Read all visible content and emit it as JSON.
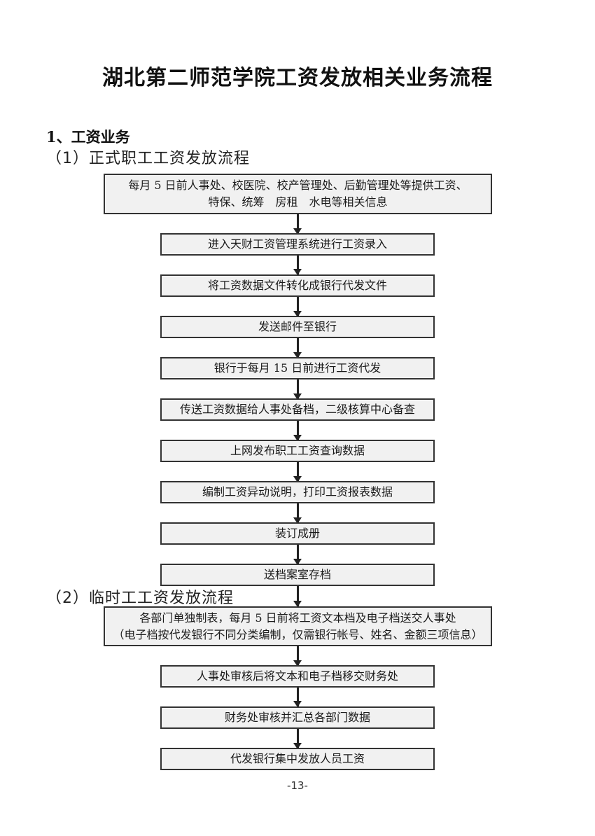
{
  "document": {
    "title": "湖北第二师范学院工资发放相关业务流程",
    "section_heading": "1、工资业务",
    "page_number": "-13-"
  },
  "flow_formal": {
    "heading": "（1）正式职工工资发放流程",
    "steps": [
      {
        "lines": [
          "每月 5 日前人事处、校医院、校产管理处、后勤管理处等提供工资、",
          "特保、统筹　房租　水电等相关信息"
        ]
      },
      {
        "lines": [
          "进入天财工资管理系统进行工资录入"
        ]
      },
      {
        "lines": [
          "将工资数据文件转化成银行代发文件"
        ]
      },
      {
        "lines": [
          "发送邮件至银行"
        ]
      },
      {
        "lines": [
          "银行于每月 15 日前进行工资代发"
        ]
      },
      {
        "lines": [
          "传送工资数据给人事处备档，二级核算中心备查"
        ]
      },
      {
        "lines": [
          "上网发布职工工资查询数据"
        ]
      },
      {
        "lines": [
          "编制工资异动说明，打印工资报表数据"
        ]
      },
      {
        "lines": [
          "装订成册"
        ]
      },
      {
        "lines": [
          "送档案室存档"
        ]
      }
    ]
  },
  "flow_temporary": {
    "heading": "（2）临时工工资发放流程",
    "steps": [
      {
        "lines": [
          "各部门单独制表，每月 5 日前将工资文本档及电子档送交人事处",
          "（电子档按代发银行不同分类编制，仅需银行帐号、姓名、金额三项信息）"
        ]
      },
      {
        "lines": [
          "人事处审核后将文本和电子档移交财务处"
        ]
      },
      {
        "lines": [
          "财务处审核并汇总各部门数据"
        ]
      },
      {
        "lines": [
          "代发银行集中发放人员工资"
        ]
      }
    ]
  }
}
